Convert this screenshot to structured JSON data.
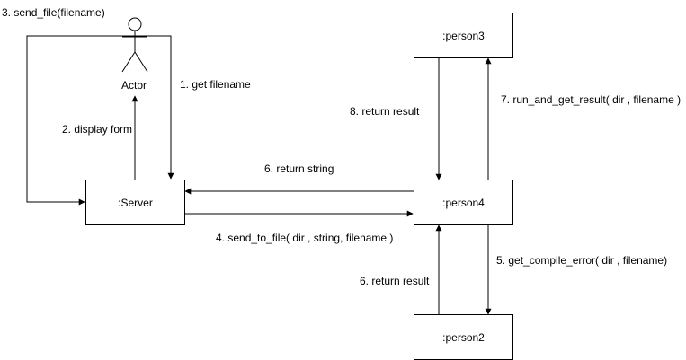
{
  "actor": {
    "label": "Actor"
  },
  "nodes": {
    "server": ":Server",
    "person3": ":person3",
    "person4": ":person4",
    "person2": ":person2"
  },
  "messages": {
    "m1": "1. get filename",
    "m2": "2. display form",
    "m3": "3. send_file(filename)",
    "m4": "4. send_to_file( dir , string, filename )",
    "m5": "5. get_compile_error( dir , filename)",
    "m6a": "6. return string",
    "m6b": "6. return result",
    "m7": "7. run_and_get_result( dir , filename )",
    "m8": "8. return result"
  },
  "colors": {
    "line": "#000000",
    "box_fill": "#ffffff",
    "text": "#000000"
  }
}
